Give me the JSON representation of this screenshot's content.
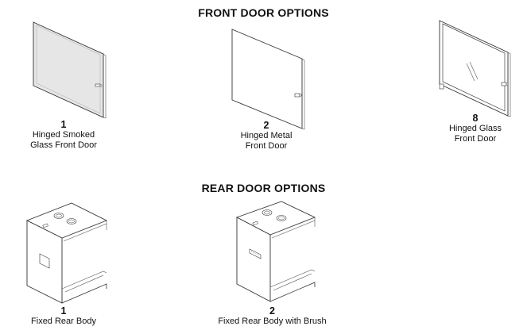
{
  "front": {
    "title": "FRONT DOOR OPTIONS",
    "items": [
      {
        "number": "1",
        "line1": "Hinged Smoked",
        "line2": "Glass Front Door",
        "icon": "smoked-glass-door-drawing"
      },
      {
        "number": "2",
        "line1": "Hinged Metal",
        "line2": "Front Door",
        "icon": "metal-door-drawing"
      },
      {
        "number": "8",
        "line1": "Hinged Glass",
        "line2": "Front Door",
        "icon": "glass-door-drawing"
      }
    ]
  },
  "rear": {
    "title": "REAR DOOR OPTIONS",
    "items": [
      {
        "number": "1",
        "line1": "Fixed Rear Body",
        "icon": "rear-body-drawing"
      },
      {
        "number": "2",
        "line1": "Fixed Rear Body with Brush",
        "icon": "rear-body-brush-drawing"
      }
    ]
  }
}
